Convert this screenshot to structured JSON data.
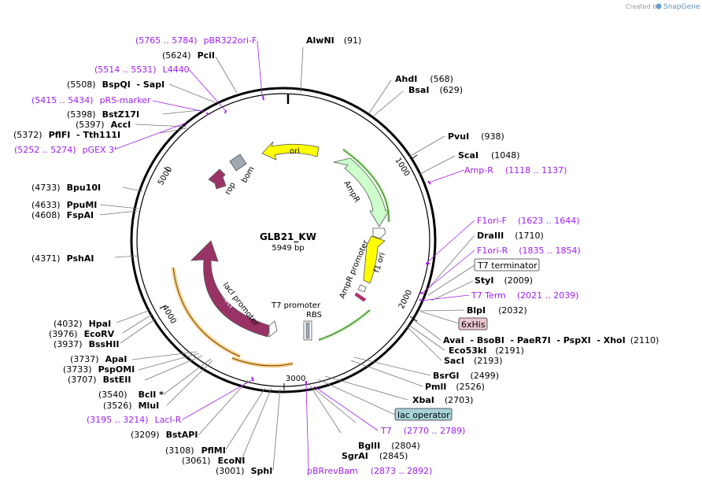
{
  "credit": {
    "prefix": "Created by",
    "brand": "SnapGene"
  },
  "plasmid": {
    "name": "GLB21_KW",
    "length": "5949 bp"
  },
  "ticks": [
    "1000",
    "2000",
    "3000",
    "4000",
    "5000"
  ],
  "map_features": [
    {
      "key": "ori",
      "label": "ori",
      "color": "#ffff00",
      "kind": "arrow"
    },
    {
      "key": "ampr",
      "label": "AmpR",
      "color": "#ccffcc",
      "kind": "arrow"
    },
    {
      "key": "ampr_promoter",
      "label": "AmpR promoter",
      "color": "#ffffff",
      "kind": "arrow"
    },
    {
      "key": "f1ori",
      "label": "f1 ori",
      "color": "#ffff00",
      "kind": "arrow"
    },
    {
      "key": "laci",
      "label": "lacI",
      "color": "#993366",
      "kind": "arrow"
    },
    {
      "key": "laci_promoter",
      "label": "lacI promoter",
      "color": "#ffffff",
      "kind": "arrow"
    },
    {
      "key": "t7_promoter",
      "label": "T7 promoter",
      "color": "#ffffff",
      "kind": "label"
    },
    {
      "key": "rbs",
      "label": "RBS",
      "color": "#ffffff",
      "kind": "label"
    },
    {
      "key": "rop",
      "label": "rop",
      "color": "#993366",
      "kind": "arrow"
    },
    {
      "key": "bom",
      "label": "bom",
      "color": "#a0a8b0",
      "kind": "box"
    }
  ],
  "labels": {
    "ampr_seq": {
      "pos": "(1118 .. 1137)",
      "name": "Amp-R"
    },
    "f1ori_f": {
      "pos": "(1623 .. 1644)",
      "name": "F1ori-F"
    },
    "f1ori_r": {
      "pos": "(1835 .. 1854)",
      "name": "F1ori-R"
    },
    "t7_term": {
      "pos": "(2021 .. 2039)",
      "name": "T7 Term"
    },
    "t7_terminator": {
      "name": "T7 terminator"
    },
    "his6": {
      "name": "6xHis"
    },
    "lac_operator": {
      "name": "lac operator"
    },
    "t7_seq": {
      "pos": "(2770 .. 2789)",
      "name": "T7"
    },
    "pbrrevbam": {
      "pos": "(2873 .. 2892)",
      "name": "pBRrevBam"
    },
    "laci_r": {
      "pos": "(3195 .. 3214)",
      "name": "LacI-R"
    },
    "pgex3": {
      "pos": "(5252 .. 5274)",
      "name": "pGEX 3'"
    },
    "prs_marker": {
      "pos": "(5415 .. 5434)",
      "name": "pRS-marker"
    },
    "l4440": {
      "pos": "(5514 .. 5531)",
      "name": "L4440"
    },
    "pbr322ori": {
      "pos": "(5765 .. 5784)",
      "name": "pBR322ori-F"
    }
  },
  "sites": {
    "alwni": {
      "name": "AlwNI",
      "pos": "(91)"
    },
    "ahdi": {
      "name": "AhdI",
      "pos": "(568)"
    },
    "bsai": {
      "name": "BsaI",
      "pos": "(629)"
    },
    "pvui": {
      "name": "PvuI",
      "pos": "(938)"
    },
    "scai": {
      "name": "ScaI",
      "pos": "(1048)"
    },
    "draiii": {
      "name": "DraIII",
      "pos": "(1710)"
    },
    "styi": {
      "name": "StyI",
      "pos": "(2009)"
    },
    "blpi": {
      "name": "BlpI",
      "pos": "(2032)"
    },
    "xhoi_group": {
      "names": "AvaI  - BsoBI  - PaeR7I  - PspXI  - XhoI",
      "pos": "(2110)"
    },
    "eco53ki": {
      "name": "Eco53kI",
      "pos": "(2191)"
    },
    "saci": {
      "name": "SacI",
      "pos": "(2193)"
    },
    "bsrgi": {
      "name": "BsrGI",
      "pos": "(2499)"
    },
    "pmli": {
      "name": "PmlI",
      "pos": "(2526)"
    },
    "xbai": {
      "name": "XbaI",
      "pos": "(2703)"
    },
    "bglii": {
      "name": "BglII",
      "pos": "(2804)"
    },
    "sgrai": {
      "name": "SgrAI",
      "pos": "(2845)"
    },
    "sphi": {
      "name": "SphI",
      "pos": "(3001)"
    },
    "econi": {
      "name": "EcoNI",
      "pos": "(3061)"
    },
    "pflmi": {
      "name": "PflMI",
      "pos": "(3108)"
    },
    "bstapi": {
      "name": "BstAPI",
      "pos": "(3209)"
    },
    "mlui": {
      "name": "MluI",
      "pos": "(3526)"
    },
    "bcli": {
      "name": "BclI *",
      "pos": "(3540)"
    },
    "bsteii": {
      "name": "BstEII",
      "pos": "(3707)"
    },
    "pspomi": {
      "name": "PspOMI",
      "pos": "(3733)"
    },
    "apai": {
      "name": "ApaI",
      "pos": "(3737)"
    },
    "bsshii": {
      "name": "BssHII",
      "pos": "(3937)"
    },
    "ecorv": {
      "name": "EcoRV",
      "pos": "(3976)"
    },
    "hpai": {
      "name": "HpaI",
      "pos": "(4032)"
    },
    "pshai": {
      "name": "PshAI",
      "pos": "(4371)"
    },
    "fspai": {
      "name": "FspAI",
      "pos": "(4608)"
    },
    "ppumi": {
      "name": "PpuMI",
      "pos": "(4633)"
    },
    "bpu10i": {
      "name": "Bpu10I",
      "pos": "(4733)"
    },
    "tth111i": {
      "names": "PflFI  - Tth111I",
      "pos": "(5372)"
    },
    "acci": {
      "name": "AccI",
      "pos": "(5397)"
    },
    "bstz17i": {
      "name": "BstZ17I",
      "pos": "(5398)"
    },
    "sapi": {
      "names": "BspQI  - SapI",
      "pos": "(5508)"
    },
    "pcii": {
      "name": "PciI",
      "pos": "(5624)"
    }
  }
}
